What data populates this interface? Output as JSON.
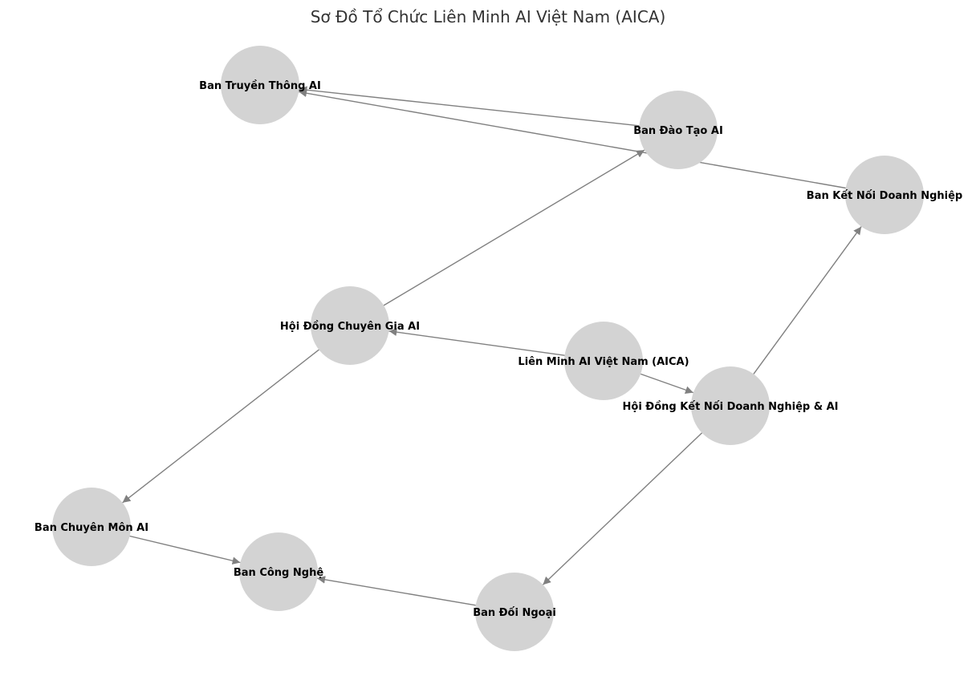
{
  "title": "Sơ Đồ Tổ Chức Liên Minh AI Việt Nam (AICA)",
  "colors": {
    "node_fill": "#d3d3d3",
    "edge": "#808080",
    "label": "#000000",
    "title": "#333333"
  },
  "nodes": [
    {
      "id": "aica",
      "label": "Liên Minh AI Việt Nam (AICA)"
    },
    {
      "id": "hd_chuyen_gia",
      "label": "Hội Đồng Chuyên Gia AI"
    },
    {
      "id": "hd_ket_noi",
      "label": "Hội Đồng Kết Nối Doanh Nghiệp & AI"
    },
    {
      "id": "ban_dao_tao",
      "label": "Ban Đào Tạo AI"
    },
    {
      "id": "ban_truyen_thong",
      "label": "Ban Truyền Thông AI"
    },
    {
      "id": "ban_ket_noi_dn",
      "label": "Ban Kết Nối Doanh Nghiệp"
    },
    {
      "id": "ban_chuyen_mon",
      "label": "Ban Chuyên Môn AI"
    },
    {
      "id": "ban_cong_nghe",
      "label": "Ban Công Nghệ"
    },
    {
      "id": "ban_doi_ngoai",
      "label": "Ban Đối Ngoại"
    }
  ],
  "edges": [
    {
      "from": "aica",
      "to": "hd_chuyen_gia"
    },
    {
      "from": "aica",
      "to": "hd_ket_noi"
    },
    {
      "from": "hd_chuyen_gia",
      "to": "ban_dao_tao"
    },
    {
      "from": "hd_chuyen_gia",
      "to": "ban_chuyen_mon"
    },
    {
      "from": "hd_ket_noi",
      "to": "ban_ket_noi_dn"
    },
    {
      "from": "hd_ket_noi",
      "to": "ban_doi_ngoai"
    },
    {
      "from": "ban_ket_noi_dn",
      "to": "ban_truyen_thong"
    },
    {
      "from": "ban_dao_tao",
      "to": "ban_truyen_thong"
    },
    {
      "from": "ban_chuyen_mon",
      "to": "ban_cong_nghe"
    },
    {
      "from": "ban_doi_ngoai",
      "to": "ban_cong_nghe"
    }
  ]
}
